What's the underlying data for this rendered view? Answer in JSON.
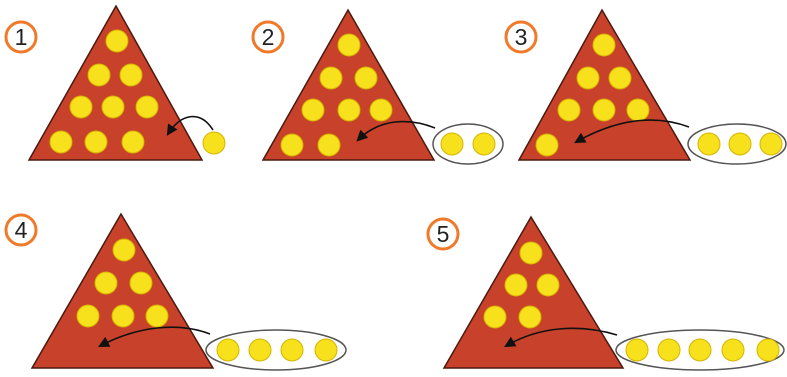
{
  "colors": {
    "triangle_fill": "#c8412a",
    "triangle_stroke": "#4a1a10",
    "dot_fill": "#f7e01c",
    "dot_stroke": "#d6b400",
    "badge_ring": "#f07a2a",
    "badge_bg": "#ffffff",
    "number": "#222222",
    "arrow": "#111111",
    "oval_stroke": "#555555"
  },
  "panels": [
    {
      "number": "1",
      "dots_in_triangle": 9,
      "dots_removed": 1
    },
    {
      "number": "2",
      "dots_in_triangle": 8,
      "dots_removed": 2
    },
    {
      "number": "3",
      "dots_in_triangle": 7,
      "dots_removed": 3
    },
    {
      "number": "4",
      "dots_in_triangle": 6,
      "dots_removed": 4
    },
    {
      "number": "5",
      "dots_in_triangle": 5,
      "dots_removed": 5
    }
  ]
}
